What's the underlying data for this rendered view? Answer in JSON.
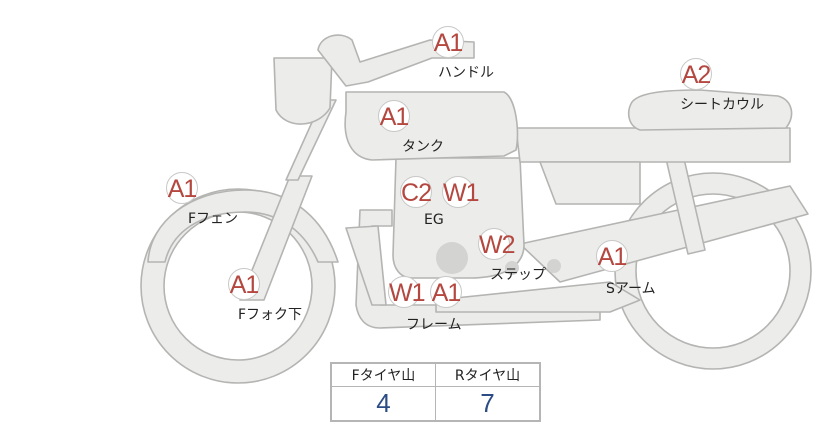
{
  "parts": [
    {
      "key": "handle",
      "label": "ハンドル",
      "badges": [
        "A1"
      ]
    },
    {
      "key": "seat_cowl",
      "label": "シートカウル",
      "badges": [
        "A2"
      ]
    },
    {
      "key": "tank",
      "label": "タンク",
      "badges": [
        "A1"
      ]
    },
    {
      "key": "f_fender",
      "label": "Fフェン",
      "badges": [
        "A1"
      ]
    },
    {
      "key": "engine",
      "label": "EG",
      "badges": [
        "C2",
        "W1"
      ]
    },
    {
      "key": "step",
      "label": "ステップ",
      "badges": [
        "W2"
      ]
    },
    {
      "key": "s_arm",
      "label": "Sアーム",
      "badges": [
        "A1"
      ]
    },
    {
      "key": "f_fork_lower",
      "label": "Fフォク下",
      "badges": [
        "A1"
      ]
    },
    {
      "key": "frame",
      "label": "フレーム",
      "badges": [
        "W1",
        "A1"
      ]
    }
  ],
  "tread_table": {
    "headers": [
      "Fタイヤ山",
      "Rタイヤ山"
    ],
    "values": [
      "4",
      "7"
    ]
  },
  "colors": {
    "badge_text": "#b4473f",
    "value_text": "#2c4c86",
    "bike_fill": "#ececeb",
    "bike_stroke": "#b4b4b2"
  }
}
